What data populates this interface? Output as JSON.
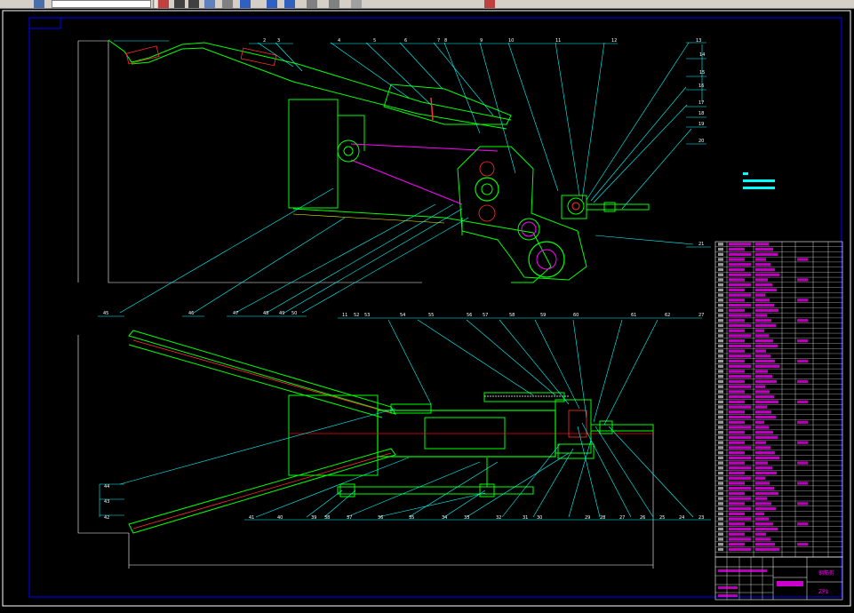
{
  "toolbar": {
    "icons": [
      "layer-icon",
      "draw-icon",
      "undo-icon",
      "redo-icon",
      "zoom-icon",
      "pan-icon",
      "properties-icon",
      "match-icon",
      "block-icon",
      "insert-icon",
      "line-icon",
      "polyline-icon",
      "erase-icon"
    ]
  },
  "colors": {
    "background": "#000000",
    "part_line": "#00ff00",
    "leader": "#00ffff",
    "dimension": "#ffffff",
    "table_text": "#ff00ff",
    "centerline": "#ff0000",
    "frame": "#0000ff",
    "outline": "#ffffff"
  },
  "drawing": {
    "top_view_balloons": [
      "2",
      "3",
      "4",
      "5",
      "6",
      "7",
      "8",
      "9",
      "10",
      "11",
      "12",
      "13",
      "14",
      "15",
      "16",
      "17",
      "18",
      "19",
      "20",
      "21"
    ],
    "top_view_bottom_balloons": [
      "45",
      "46",
      "47",
      "48",
      "49",
      "50"
    ],
    "bottom_view_top_balloons": [
      "11",
      "52",
      "53",
      "54",
      "55",
      "56",
      "57",
      "58",
      "59",
      "60",
      "61",
      "62",
      "27"
    ],
    "bottom_view_bottom_balloons": [
      "41",
      "40",
      "39",
      "38",
      "37",
      "36",
      "35",
      "34",
      "33",
      "32",
      "31",
      "30",
      "29",
      "28",
      "27",
      "26",
      "25",
      "24",
      "23"
    ],
    "bottom_view_left_balloons": [
      "44",
      "43",
      "42"
    ]
  },
  "title_block": {
    "drawing_name": "钢筋剪",
    "drawing_number": "ZP1"
  }
}
